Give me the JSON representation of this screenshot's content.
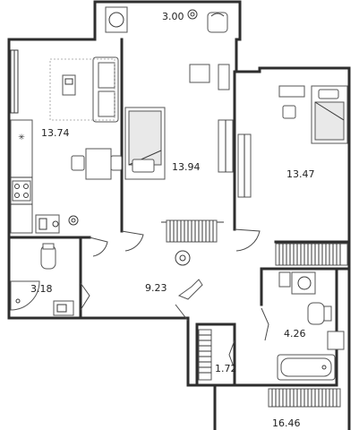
{
  "rooms": [
    {
      "id": "balcony",
      "area": "3.00"
    },
    {
      "id": "kitchen-living",
      "area": "13.74"
    },
    {
      "id": "bedroom-1",
      "area": "13.94"
    },
    {
      "id": "bedroom-2",
      "area": "13.47"
    },
    {
      "id": "bathroom-1",
      "area": "3.18"
    },
    {
      "id": "hallway",
      "area": "9.23"
    },
    {
      "id": "bathroom-2",
      "area": "4.26"
    },
    {
      "id": "closet",
      "area": "1.72"
    },
    {
      "id": "room-bottom",
      "area": "16.46"
    }
  ],
  "colors": {
    "wall": "#2e2e2e",
    "fixture_fill": "#e9e9e9",
    "background": "#ffffff"
  }
}
